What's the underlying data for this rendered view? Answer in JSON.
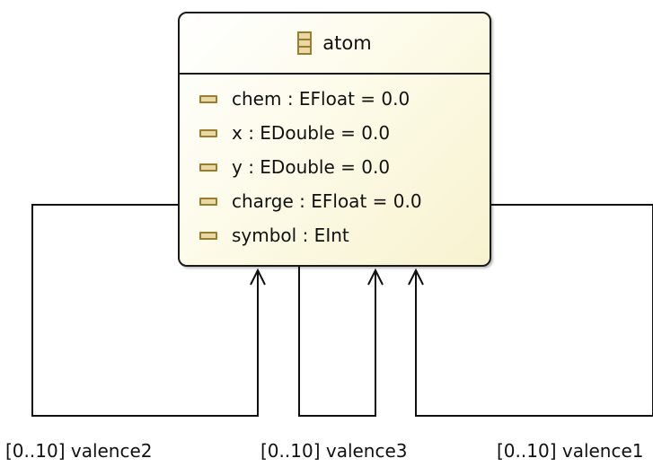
{
  "class": {
    "name": "atom",
    "icon": "eclass-icon",
    "attributes": [
      {
        "label": "chem : EFloat = 0.0"
      },
      {
        "label": "x : EDouble = 0.0"
      },
      {
        "label": "y : EDouble = 0.0"
      },
      {
        "label": "charge : EFloat = 0.0"
      },
      {
        "label": "symbol : EInt"
      }
    ]
  },
  "references": [
    {
      "label": "[0..10] valence2"
    },
    {
      "label": "[0..10] valence3"
    },
    {
      "label": "[0..10] valence1"
    }
  ],
  "colors": {
    "line": "#111111",
    "attribute_icon": "#9b7d2e",
    "class_fill": "#fdfbe9"
  }
}
